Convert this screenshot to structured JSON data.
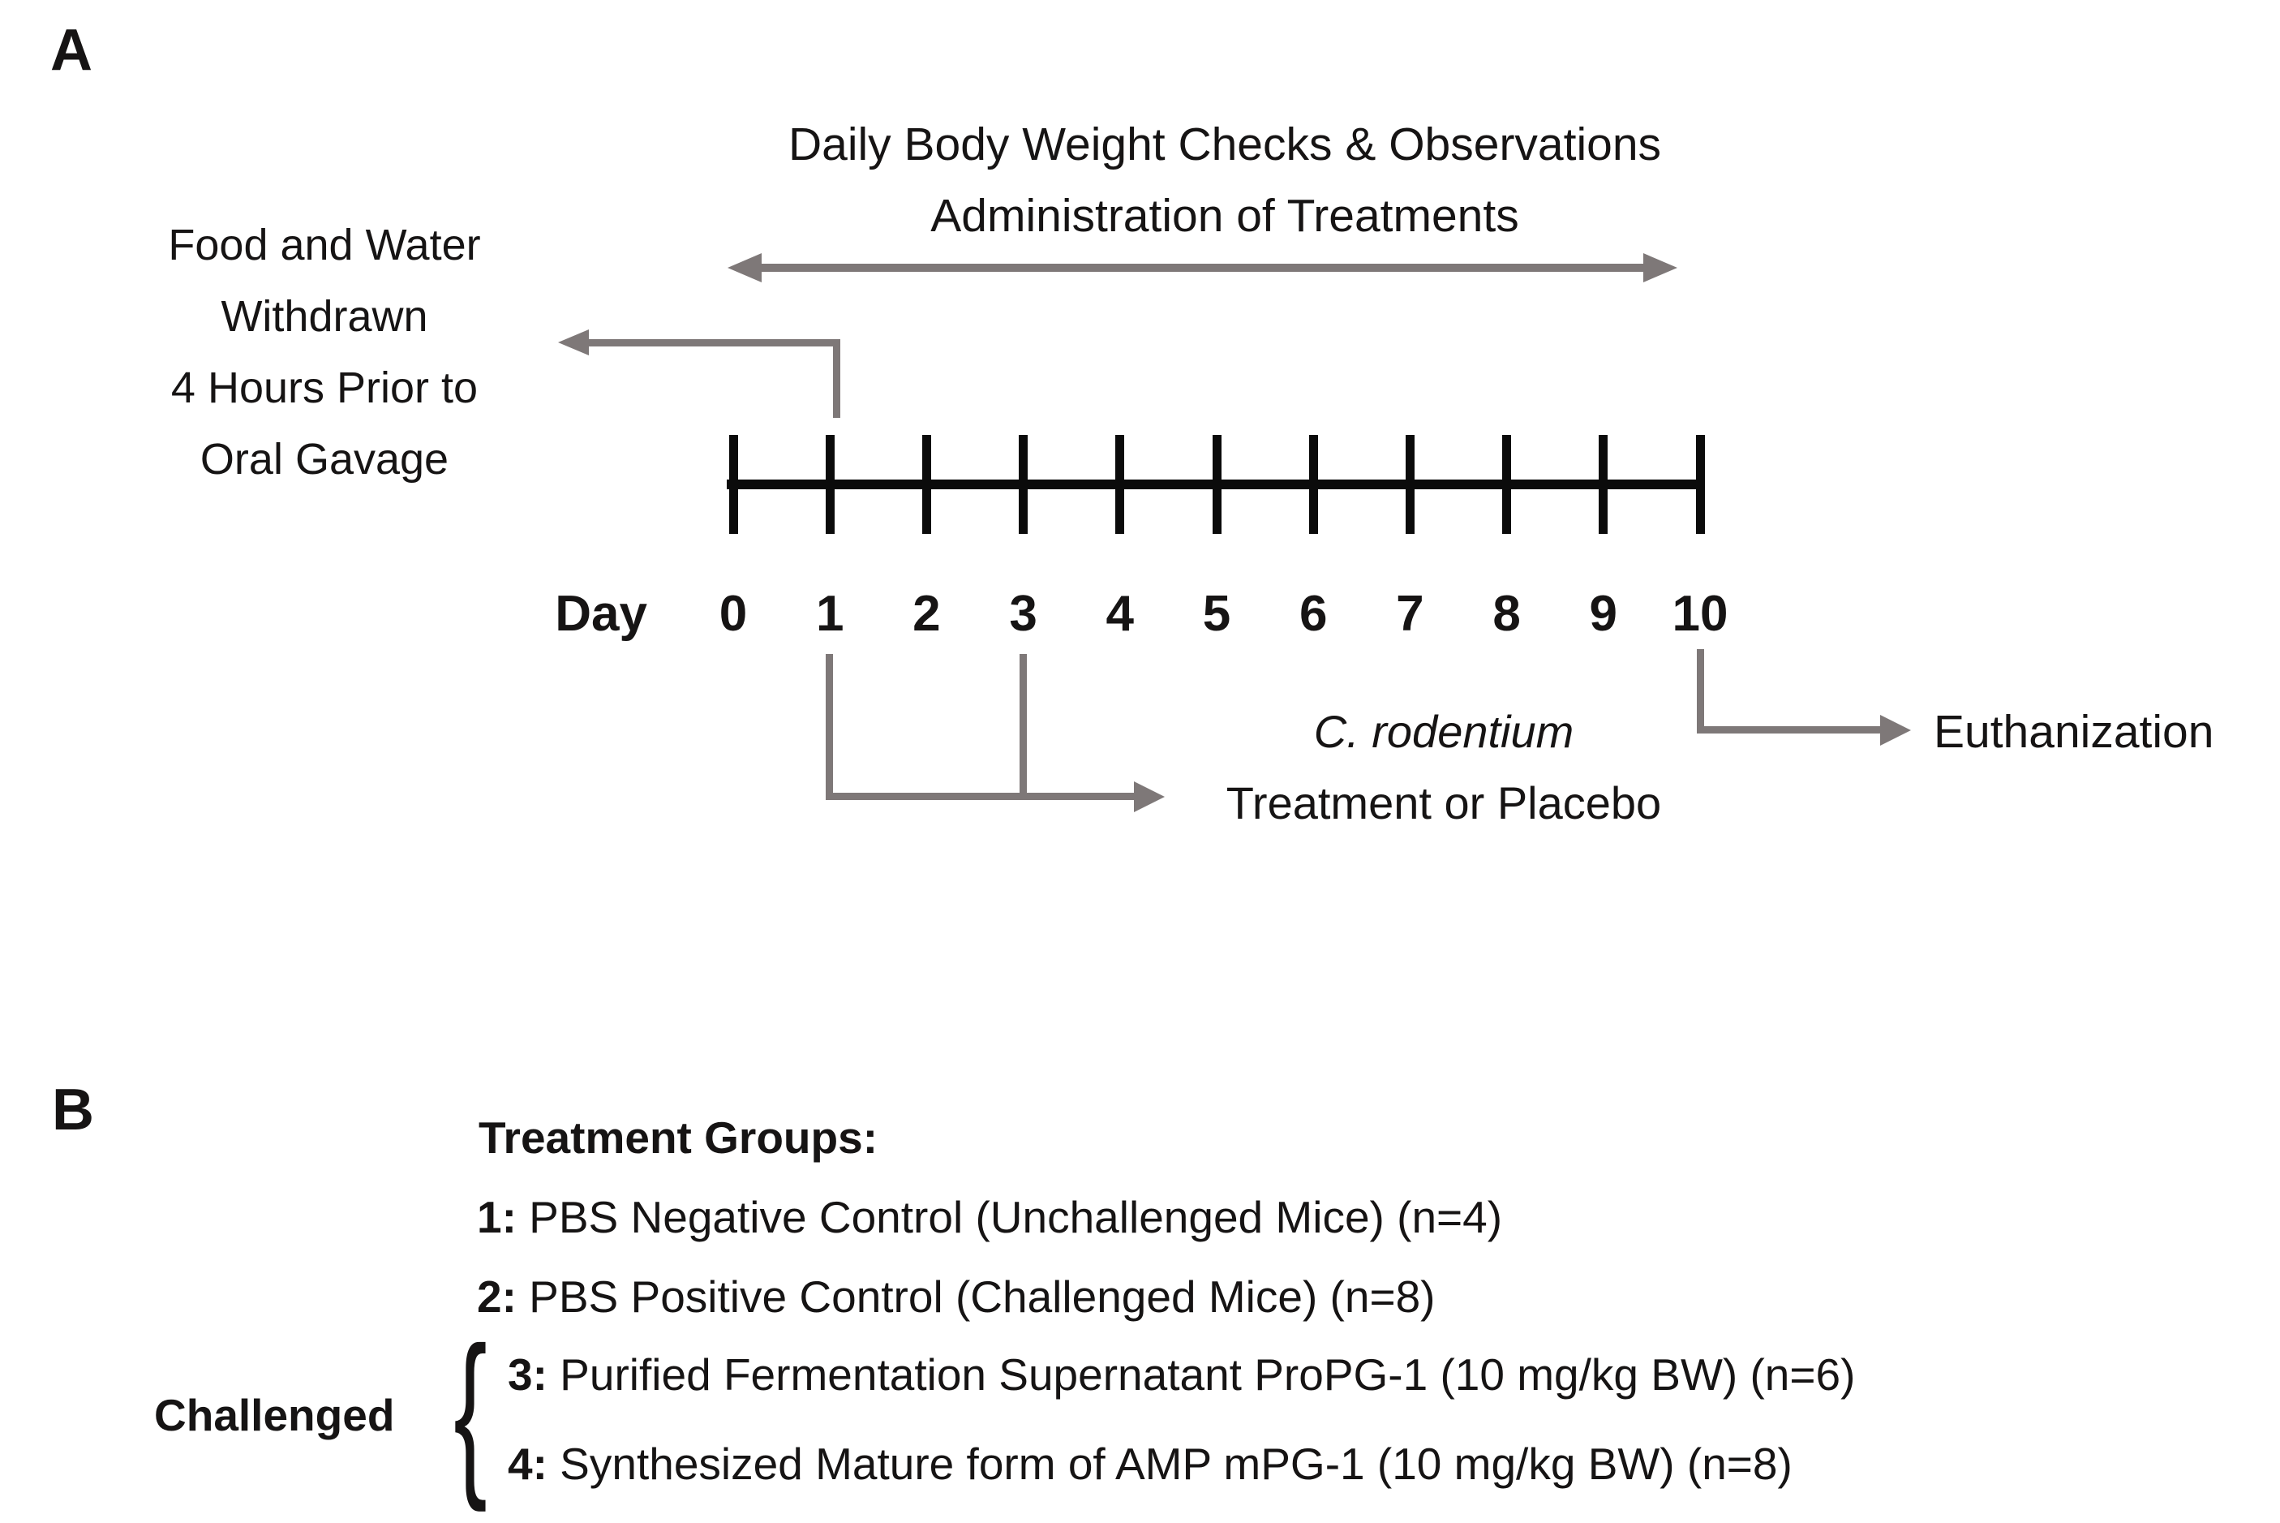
{
  "colors": {
    "arrow_gray": "#7e7878",
    "text": "#161414"
  },
  "panelA": {
    "label": "A",
    "title_lines": [
      "Daily Body Weight Checks & Observations",
      "Administration of Treatments"
    ],
    "left_note_lines": [
      "Food and Water",
      "Withdrawn",
      "4 Hours Prior to",
      "Oral Gavage"
    ],
    "axis_label": "Day",
    "days": [
      "0",
      "1",
      "2",
      "3",
      "4",
      "5",
      "6",
      "7",
      "8",
      "9",
      "10"
    ],
    "infection_note": {
      "line1_italic": "C. rodentium",
      "line2": "Treatment or Placebo"
    },
    "euthanization_label": "Euthanization"
  },
  "panelB": {
    "label": "B",
    "heading": "Treatment Groups:",
    "bracket_label": "Challenged",
    "bracket_glyph": "{",
    "groups": [
      {
        "num": "1:",
        "desc": " PBS Negative Control (Unchallenged Mice) (n=4)"
      },
      {
        "num": "2:",
        "desc": " PBS Positive Control (Challenged Mice) (n=8)"
      },
      {
        "num": "3:",
        "desc": " Purified Fermentation Supernatant ProPG-1 (10 mg/kg BW) (n=6)"
      },
      {
        "num": "4:",
        "desc": " Synthesized Mature form of AMP mPG-1 (10 mg/kg BW) (n=8)"
      }
    ]
  }
}
